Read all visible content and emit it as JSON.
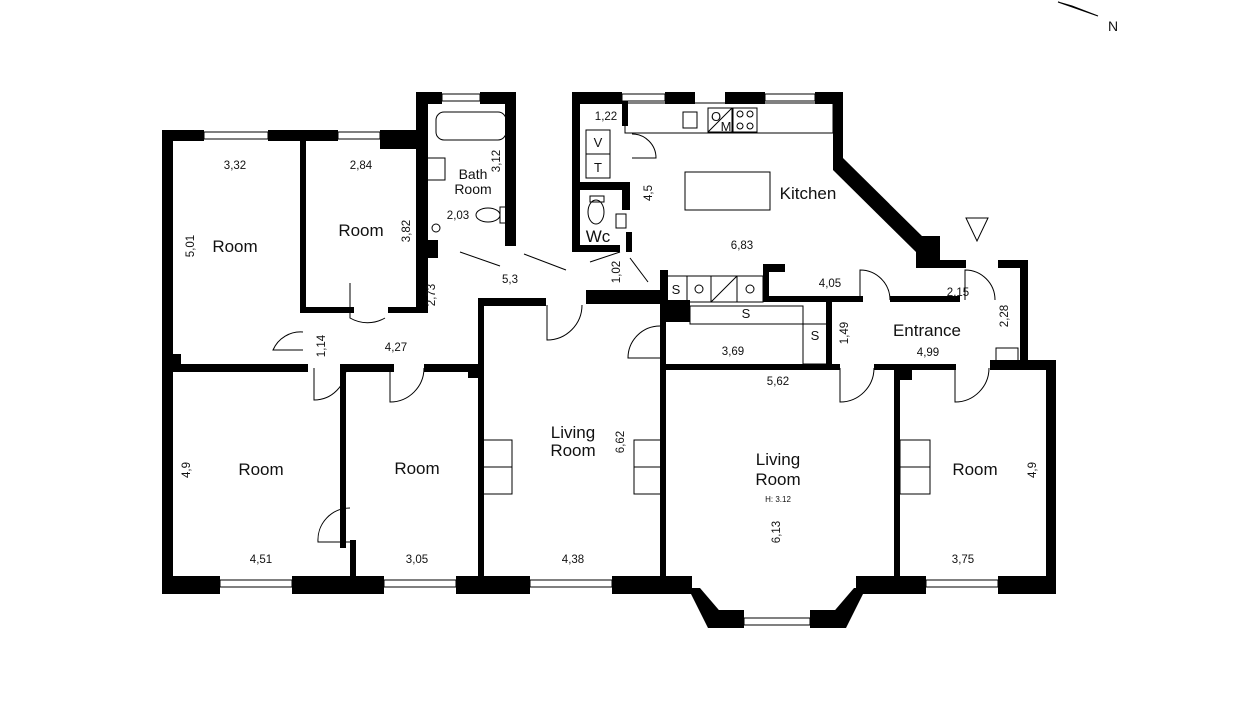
{
  "compass": {
    "north_label": "N"
  },
  "rooms": {
    "room_nw": "Room",
    "room_n": "Room",
    "bath": [
      "Bath",
      "Room"
    ],
    "wc": "Wc",
    "kitchen": "Kitchen",
    "entrance": "Entrance",
    "room_sw": "Room",
    "room_s": "Room",
    "living_1": [
      "Living",
      "Room"
    ],
    "living_2": [
      "Living",
      "Room"
    ],
    "living_2_height": "H: 3.12",
    "room_se": "Room"
  },
  "dimensions": {
    "d_332": "3,32",
    "d_501": "5,01",
    "d_284": "2,84",
    "d_382": "3,82",
    "d_312": "3,12",
    "d_203": "2,03",
    "d_122": "1,22",
    "d_45": "4,5",
    "d_683": "6,83",
    "d_102": "1,02",
    "d_53": "5,3",
    "d_273": "2,73",
    "d_114": "1,14",
    "d_427": "4,27",
    "d_405": "4,05",
    "d_215": "2,15",
    "d_228": "2,28",
    "d_149": "1,49",
    "d_369": "3,69",
    "d_499": "4,99",
    "d_562": "5,62",
    "d_662": "6,62",
    "d_49a": "4,9",
    "d_451": "4,51",
    "d_305": "3,05",
    "d_438": "4,38",
    "d_613": "6,13",
    "d_49b": "4,9",
    "d_375": "3,75"
  },
  "fixtures": {
    "oven": "O",
    "microwave": "M",
    "wardrobe_v": "V",
    "wardrobe_t": "T",
    "storage_s1": "S",
    "storage_s2": "S",
    "storage_s3": "S"
  }
}
